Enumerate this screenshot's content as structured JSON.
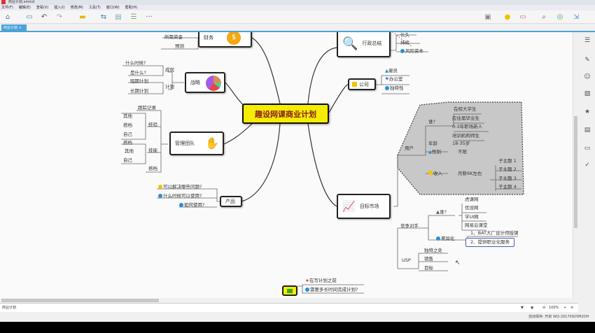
{
  "window": {
    "title": "商业计划.xmind"
  },
  "menu": [
    "文件(F)",
    "编辑(E)",
    "查看(V)",
    "插入(I)",
    "修改(M)",
    "工具(T)",
    "窗口(W)",
    "帮助(H)"
  ],
  "toolbar": {
    "more": "···"
  },
  "tab": {
    "label": "商业计划",
    "close": "×"
  },
  "map": {
    "central": "趣设网课商业计划",
    "finance": {
      "label": "财务",
      "children": [
        "所需资金",
        "预测"
      ]
    },
    "strategy": {
      "label": "战略",
      "achieve": "成就",
      "achieve_children": [
        "什么时候?",
        "是什么?"
      ],
      "plan": "计划",
      "plan_children": [
        "短期计划",
        "长期计划"
      ]
    },
    "team": {
      "label": "管理团队",
      "track": "跟踪记录",
      "exp": "经验",
      "exp_children": [
        "其他",
        "搭档",
        "自己"
      ],
      "skill": "技能",
      "skill_children": [
        "搭档",
        "其他",
        "自己"
      ],
      "partner": "搭档"
    },
    "product": {
      "label": "产品",
      "children": [
        "可以解决哪些问题?",
        "什么时候可以使用?",
        "如何使用?"
      ]
    },
    "exec": {
      "label": "行政总结",
      "children": [
        "长久",
        "持续",
        "风险资本"
      ]
    },
    "company": {
      "label": "公司",
      "children": [
        "雇员",
        "办公室",
        "独特性"
      ]
    },
    "market": {
      "label": "目标市场",
      "users": {
        "label": "用户",
        "who": "谁?",
        "who_children": [
          "在校大学生",
          "应往届毕业生",
          "0-3年职场新人",
          "培训机构师生"
        ],
        "age": "年龄",
        "age_value": "18-35岁",
        "gender": "性别",
        "gender_value": "不限",
        "income": "收入",
        "income_value": "月薪6K左右",
        "income_children": [
          "子主题 1",
          "子主题 2",
          "子主题 3",
          "子主题 4"
        ]
      },
      "competitors": {
        "label": "竞争对手",
        "who": "谁?",
        "who_children": [
          "虎课网",
          "优设网",
          "学UI网",
          "网易云课堂"
        ],
        "diff": "差异化",
        "diff_children": [
          "1、BAT大厂设计师授课",
          "2、提供职业化服务"
        ]
      },
      "usp": {
        "label": "USP",
        "children": [
          "独特之处",
          "销售",
          "目标"
        ]
      }
    },
    "floating": {
      "children": [
        "在写计划之前",
        "需要多长时间完成计划?"
      ]
    }
  },
  "bottom": {
    "sheet": "商业计划",
    "zoom": "100%"
  },
  "status": {
    "autosave": "自动保存: 开启",
    "user": "WQ-20170925M2OH"
  },
  "colors": {
    "central": "#f5ec00",
    "accent": "#4aa3d8",
    "boundary": "#c8c8c8"
  }
}
